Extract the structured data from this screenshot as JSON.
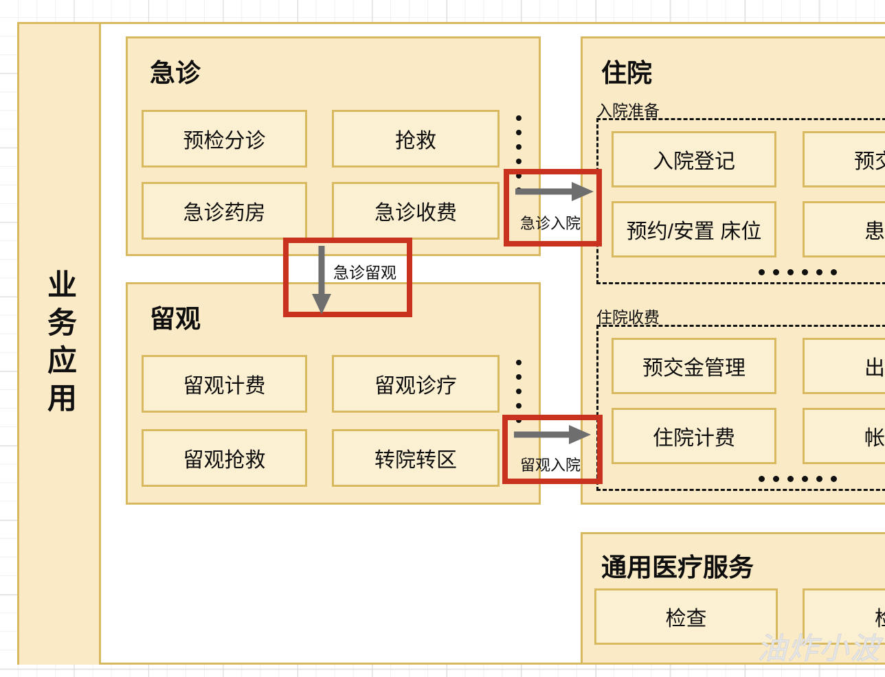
{
  "domain_band": {
    "label": "业务应用"
  },
  "colors": {
    "panel_fill": "#fbeac6",
    "tile_fill": "#fcf0d3",
    "border_gold": "#d8b95f",
    "highlight_red": "#c9321e",
    "arrow_gray": "#6e6e6e",
    "text": "#0d0d0d"
  },
  "groups": {
    "emergency": {
      "title": "急诊",
      "tiles": [
        "预检分诊",
        "抢救",
        "急诊药房",
        "急诊收费"
      ],
      "ellipsis": "⋮"
    },
    "observation": {
      "title": "留观",
      "tiles": [
        "留观计费",
        "留观诊疗",
        "留观抢救",
        "转院转区"
      ],
      "ellipsis": "⋮"
    },
    "inpatient": {
      "title": "住院",
      "subgroups": [
        {
          "label": "入院准备",
          "tiles": [
            "入院登记",
            "预交金",
            "预约/安置 床位",
            "患者"
          ],
          "ellipsis": "······"
        },
        {
          "label": "住院收费",
          "tiles": [
            "预交金管理",
            "出院",
            "住院计费",
            "帐页"
          ],
          "ellipsis": "······"
        }
      ]
    },
    "general_medical": {
      "title": "通用医疗服务",
      "tiles": [
        "检查",
        "检"
      ]
    }
  },
  "flows": [
    {
      "id": "emergency-admission",
      "label": "急诊入院",
      "direction": "right"
    },
    {
      "id": "emergency-observation",
      "label": "急诊留观",
      "direction": "down"
    },
    {
      "id": "observation-admission",
      "label": "留观入院",
      "direction": "right"
    }
  ],
  "watermark": {
    "text": "油炸小波"
  }
}
